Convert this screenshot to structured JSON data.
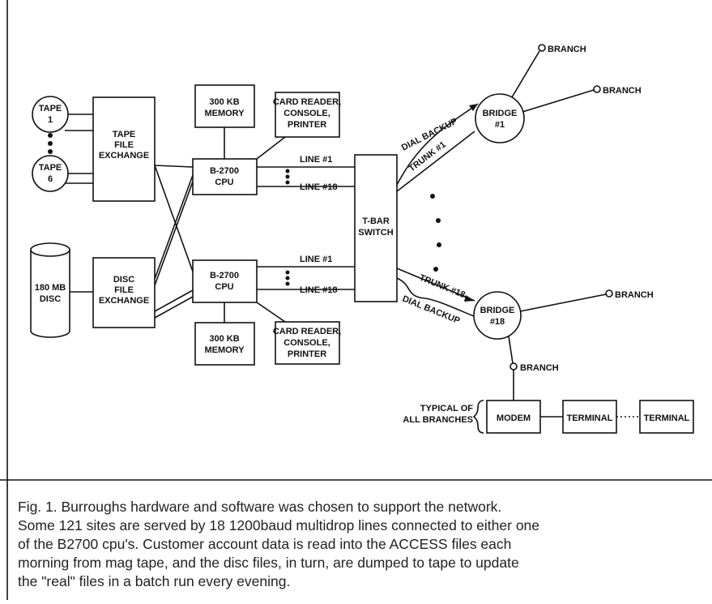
{
  "diagram": {
    "nodes": {
      "tape_1": [
        "TAPE",
        "1"
      ],
      "tape_6": [
        "TAPE",
        "6"
      ],
      "tape_file_exchange": [
        "TAPE",
        "FILE",
        "EXCHANGE"
      ],
      "disc_180mb": [
        "180 MB",
        "DISC"
      ],
      "disc_file_exchange": [
        "DISC",
        "FILE",
        "EXCHANGE"
      ],
      "memory_top": [
        "300 KB",
        "MEMORY"
      ],
      "memory_bottom": [
        "300 KB",
        "MEMORY"
      ],
      "cpu_top": [
        "B-2700",
        "CPU"
      ],
      "cpu_bottom": [
        "B-2700",
        "CPU"
      ],
      "peripherals_top": [
        "CARD READER,",
        "CONSOLE,",
        "PRINTER"
      ],
      "peripherals_bottom": [
        "CARD READER,",
        "CONSOLE,",
        "PRINTER"
      ],
      "tbar_switch": [
        "T-BAR",
        "SWITCH"
      ],
      "bridge_1": [
        "BRIDGE",
        "#1"
      ],
      "bridge_18": [
        "BRIDGE",
        "#18"
      ],
      "modem": "MODEM",
      "terminal_1": "TERMINAL",
      "terminal_2": "TERMINAL"
    },
    "edge_labels": {
      "line_1_top": "LINE #1",
      "line_18_top": "LINE #18",
      "line_1_bottom": "LINE #1",
      "line_18_bottom": "LINE #18",
      "dial_backup_top": "DIAL BACKUP",
      "trunk_1": "TRUNK #1",
      "trunk_18": "TRUNK #18",
      "dial_backup_bottom": "DIAL BACKUP"
    },
    "branch_label": "BRANCH",
    "typical_note": [
      "TYPICAL OF",
      "ALL BRANCHES"
    ]
  },
  "caption": [
    "Fig. 1. Burroughs hardware and software was chosen to support the network.",
    "Some 121 sites are served by 18 1200baud multidrop lines connected to either one",
    "of the B2700 cpu's. Customer account data is read into the ACCESS files each",
    "morning from mag tape, and the disc files, in turn, are dumped to tape to update",
    "the \"real\" files in a batch run every evening."
  ]
}
